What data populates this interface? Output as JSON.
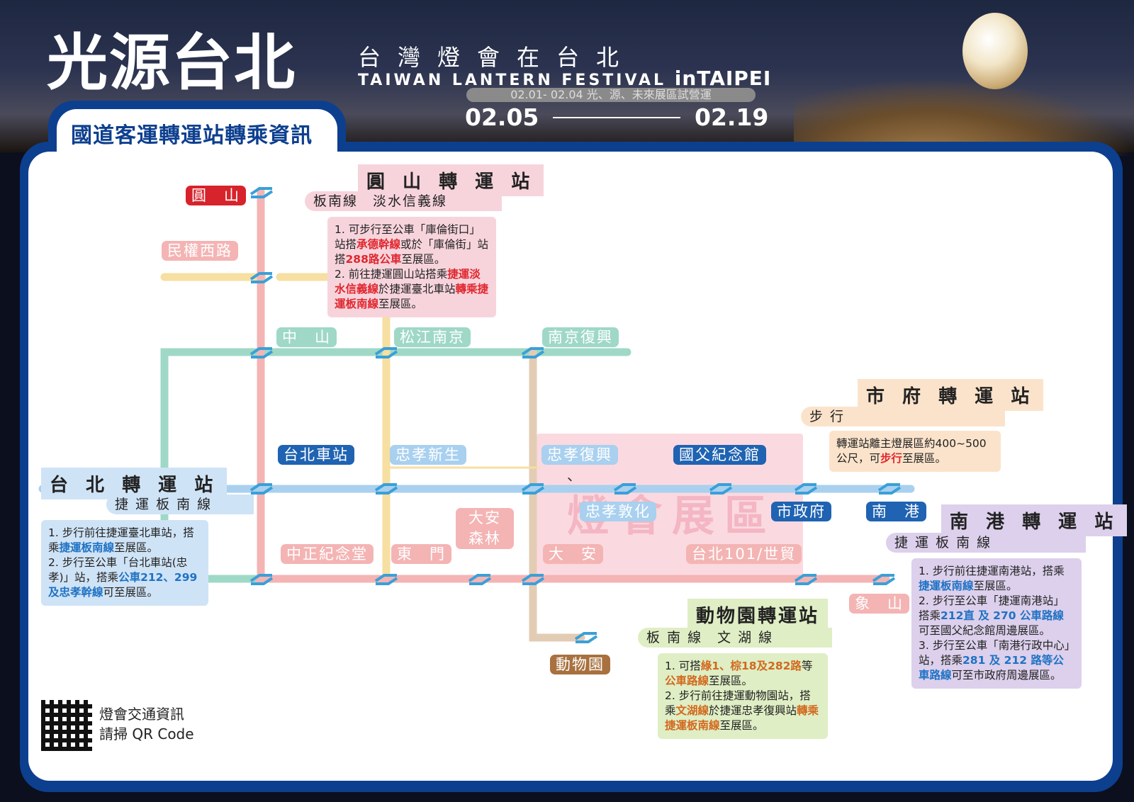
{
  "colors": {
    "frame": "#0d3f8f",
    "line_red": "#f4b4b4",
    "line_yellow": "#f6dfa0",
    "line_green": "#9fd8c6",
    "line_blue": "#a9d0ef",
    "line_brown": "#e3ccb4",
    "highlight_red": "#e0262d",
    "highlight_blue": "#1f72c4",
    "highlight_orange": "#d2691e"
  },
  "header": {
    "main_title": "光源台北",
    "subtitle_cn": "台灣燈會在台北",
    "subtitle_en_prefix": "TAIWAN LANTERN FESTIVAL ",
    "subtitle_en_suffix": "inTAIPEI",
    "trial_run": "02.01- 02.04 光、源、未來展區試營運",
    "date_start": "02.05",
    "date_end": "02.19"
  },
  "panel_title": "國道客運轉運站轉乘資訊",
  "stations": {
    "yuanshan": "圓　山",
    "minquan": "民權西路",
    "zhongshan": "中　山",
    "songjiang": "松江南京",
    "nanjing": "南京復興",
    "taipei_main": "台北車站",
    "zhongxiao_xinsheng": "忠孝新生",
    "zhongxiao_fuxing": "忠孝復興",
    "sep": "、",
    "sun_yat_sen": "國父紀念館",
    "zhongxiao_dunhua": "忠孝敦化",
    "city_hall": "市政府",
    "nangang": "南　港",
    "cks": "中正紀念堂",
    "dongmen": "東　門",
    "daan_park": "大安森林公園",
    "daan": "大　安",
    "taipei101": "台北101/世貿",
    "xiangshan": "象　山",
    "zoo": "動物園"
  },
  "exhibit_label": "燈會展區",
  "hubs": {
    "yuanshan": {
      "title": "圓 山 轉 運 站",
      "lines": "板南線　淡水信義線",
      "notes": [
        {
          "a": "1. 可步行至公車「庫倫街口」站搭",
          "b": "承德幹線",
          "c": "或於「庫倫街」站搭",
          "d": "288路公車",
          "e": "至展區。"
        },
        {
          "a": "2. 前往捷運圓山站搭乘",
          "b": "捷運淡水信義線",
          "c": "於捷運臺北車站",
          "d": "轉乘捷運板南線",
          "e": "至展區。"
        }
      ]
    },
    "city_hall": {
      "title": "市 府 轉 運 站",
      "lines": "步 行",
      "note_a": "轉運站離主燈展區約400~500公尺，可",
      "note_b": "步行",
      "note_c": "至展區。"
    },
    "taipei": {
      "title": "台 北 轉 運 站",
      "lines": "捷 運 板 南 線",
      "notes": [
        {
          "a": "1. 步行前往捷運臺北車站，搭乘",
          "b": "捷運板南線",
          "c": "至展區。"
        },
        {
          "a": "2. 步行至公車「台北車站(忠孝)」站，搭乘",
          "b": "公車212、299及忠孝幹線",
          "c": "可至展區。"
        }
      ]
    },
    "nangang": {
      "title": "南 港 轉 運 站",
      "lines": "捷 運 板 南 線",
      "notes": [
        {
          "a": "1. 步行前往捷運南港站，搭乘",
          "b": "捷運板南線",
          "c": "至展區。"
        },
        {
          "a": "2. 步行至公車「捷運南港站」搭乘",
          "b": "212直 及 270 公車路線",
          "c": "可至國父紀念館周邊展區。"
        },
        {
          "a": "3. 步行至公車「南港行政中心」站，搭乘",
          "b": "281 及 212 路等公車路線",
          "c": "可至市政府周邊展區。"
        }
      ]
    },
    "zoo": {
      "title": "動物園轉運站",
      "lines": "板 南 線　文 湖 線",
      "notes": [
        {
          "a": "1. 可搭",
          "b": "綠1、棕18及282路",
          "c": "等",
          "d": "公車路線",
          "e": "至展區。"
        },
        {
          "a": "2. 步行前往捷運動物園站，搭乘",
          "b": "文湖線",
          "c": "於捷運忠孝復興站",
          "d": "轉乘捷運板南線",
          "e": "至展區。"
        }
      ]
    }
  },
  "qr": {
    "line1": "燈會交通資訊",
    "line2": "請掃 QR Code"
  }
}
